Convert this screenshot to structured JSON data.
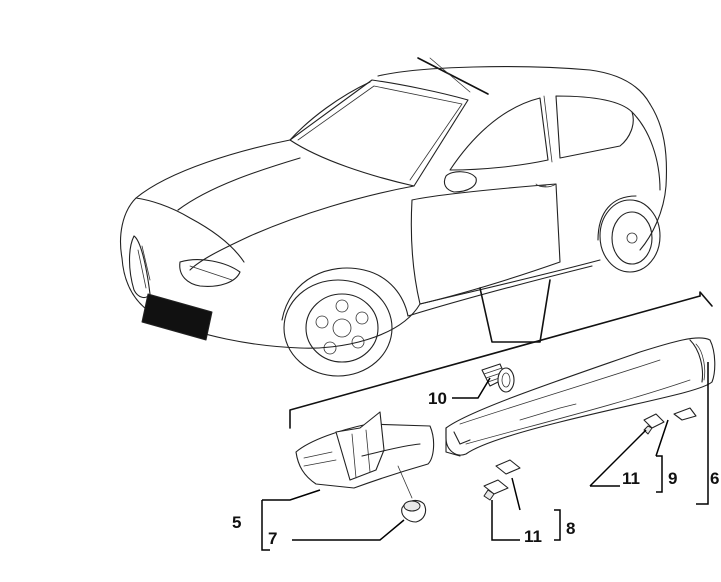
{
  "diagram": {
    "callouts": {
      "c5": "5",
      "c6": "6",
      "c7": "7",
      "c8": "8",
      "c9": "9",
      "c10": "10",
      "c11a": "11",
      "c11b": "11"
    },
    "colors": {
      "line": "#222222",
      "badge": "#111111",
      "background": "#ffffff"
    }
  }
}
